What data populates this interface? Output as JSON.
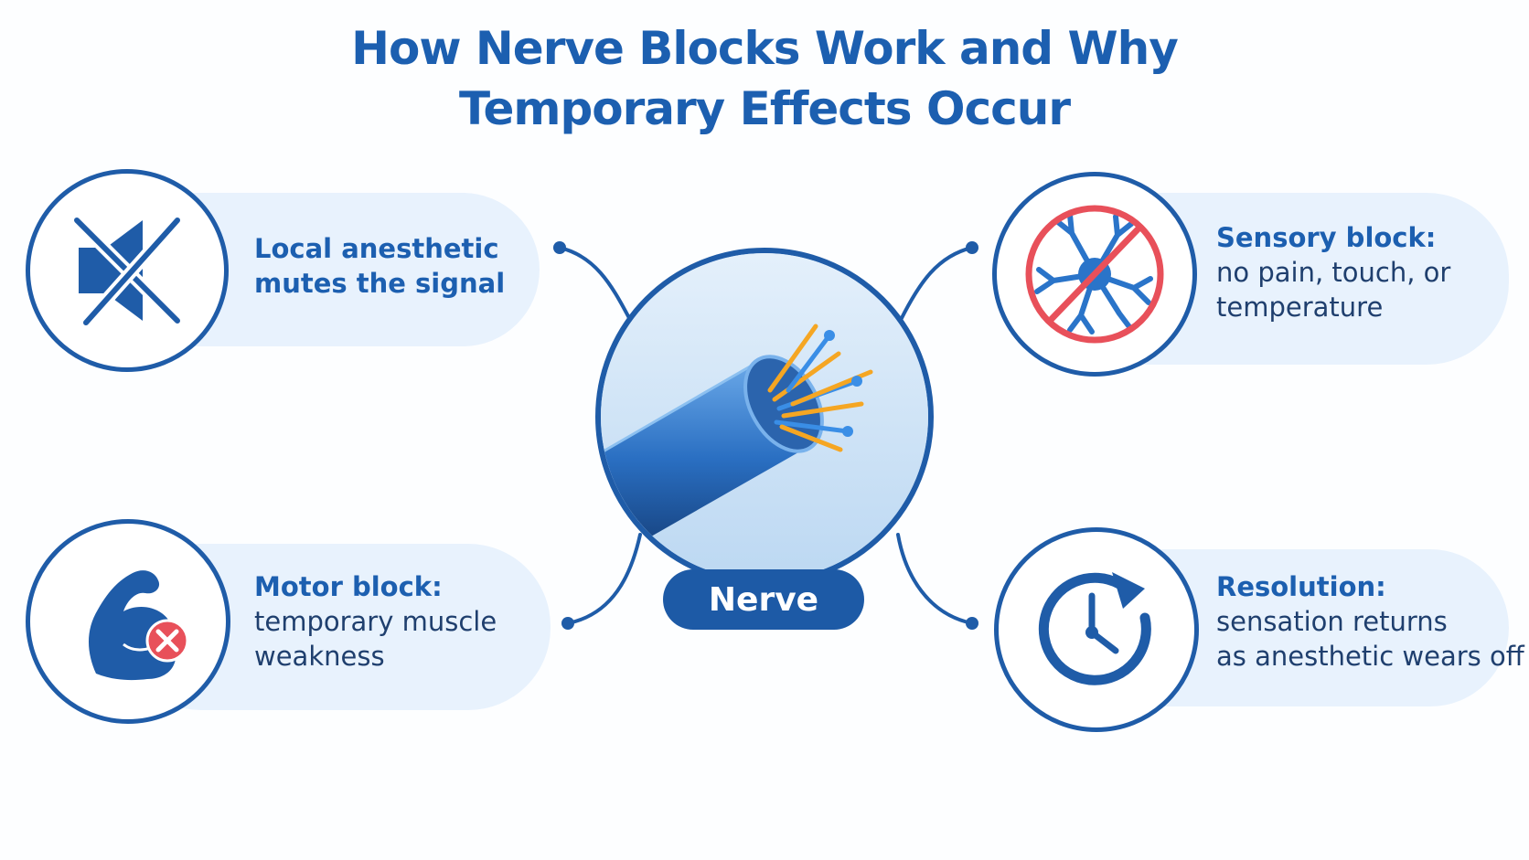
{
  "title": {
    "line1": "How Nerve Blocks Work and Why",
    "line2": "Temporary Effects Occur"
  },
  "center": {
    "label": "Nerve",
    "icon": "nerve-bundle-illustration"
  },
  "cards": {
    "local": {
      "icon": "muted-speaker-icon",
      "line1": "Local anesthetic",
      "line2": "mutes the signal"
    },
    "sensory": {
      "icon": "crossed-neuron-icon",
      "heading": "Sensory block:",
      "line1": "no pain, touch, or",
      "line2": "temperature"
    },
    "motor": {
      "icon": "weak-muscle-icon",
      "heading": "Motor block:",
      "line1": "temporary muscle",
      "line2": "weakness"
    },
    "resolution": {
      "icon": "clock-refresh-icon",
      "heading": "Resolution:",
      "line1": "sensation returns",
      "line2": "as anesthetic wears off"
    }
  },
  "colors": {
    "primary": "#1f5ca8",
    "title": "#1c5fb0",
    "pill": "#e8f2fd",
    "prohibit": "#e8505a",
    "fiber_orange": "#f5a623",
    "fiber_blue": "#3a8ee6"
  }
}
